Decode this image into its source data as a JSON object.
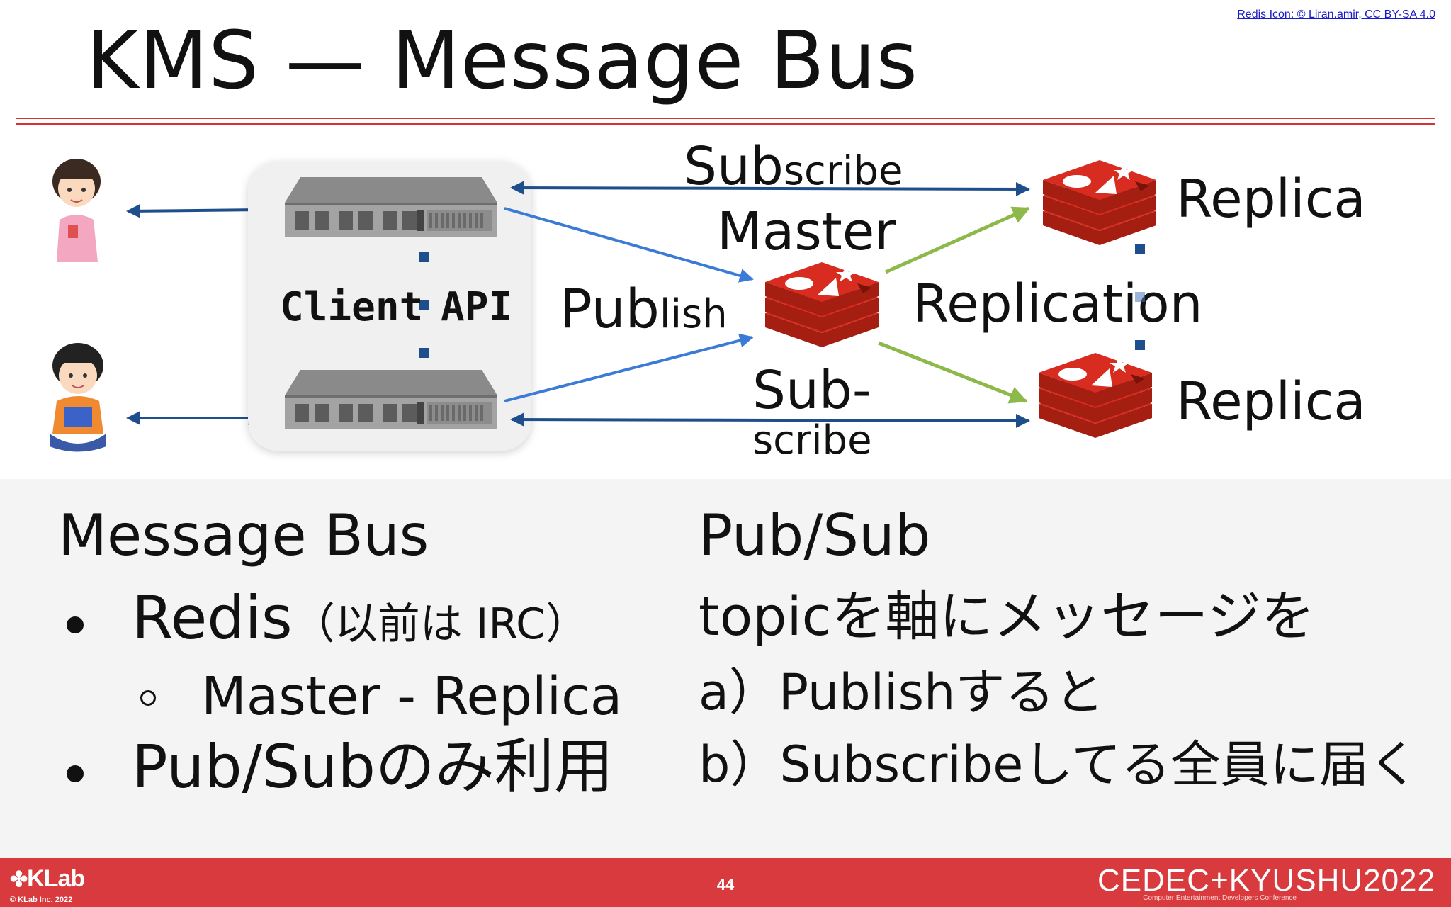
{
  "slide": {
    "credit": "Redis Icon: © Liran.amir, CC BY-SA 4.0",
    "title": "KMS — Message Bus"
  },
  "diagram": {
    "client_label": "Client",
    "api_label": "API",
    "subscribe_top_big": "Sub",
    "subscribe_top_small": "scribe",
    "master_label": "Master",
    "publish_big": "Pub",
    "publish_small": "lish",
    "replication_label": "Replication",
    "replica_top": "Replica",
    "replica_bottom": "Replica",
    "sub_bottom_line1": "Sub-",
    "sub_bottom_line2": "scribe"
  },
  "left_column": {
    "heading": "Message Bus",
    "bullet1_main": "Redis",
    "bullet1_note": "（以前は IRC）",
    "sub_bullet": "Master - Replica",
    "bullet2": "Pub/Subのみ利用"
  },
  "right_column": {
    "heading": "Pub/Sub",
    "line1": "topicを軸にメッセージを",
    "line2": "a）Publishすると",
    "line3": "b）Subscribeしてる全員に届く"
  },
  "footer": {
    "logo": "KLab",
    "copyright": "© KLab Inc.  2022",
    "page_number": "44",
    "event_logo": "CEDEC+KYUSHU2022",
    "event_sub": "Computer Entertainment Developers Conference"
  },
  "colors": {
    "accent_red": "#d83a3d",
    "arrow_dark_blue": "#1f4e8c",
    "arrow_blue": "#3a7bd5",
    "arrow_green": "#8db84a",
    "redis_red": "#d82c20"
  }
}
